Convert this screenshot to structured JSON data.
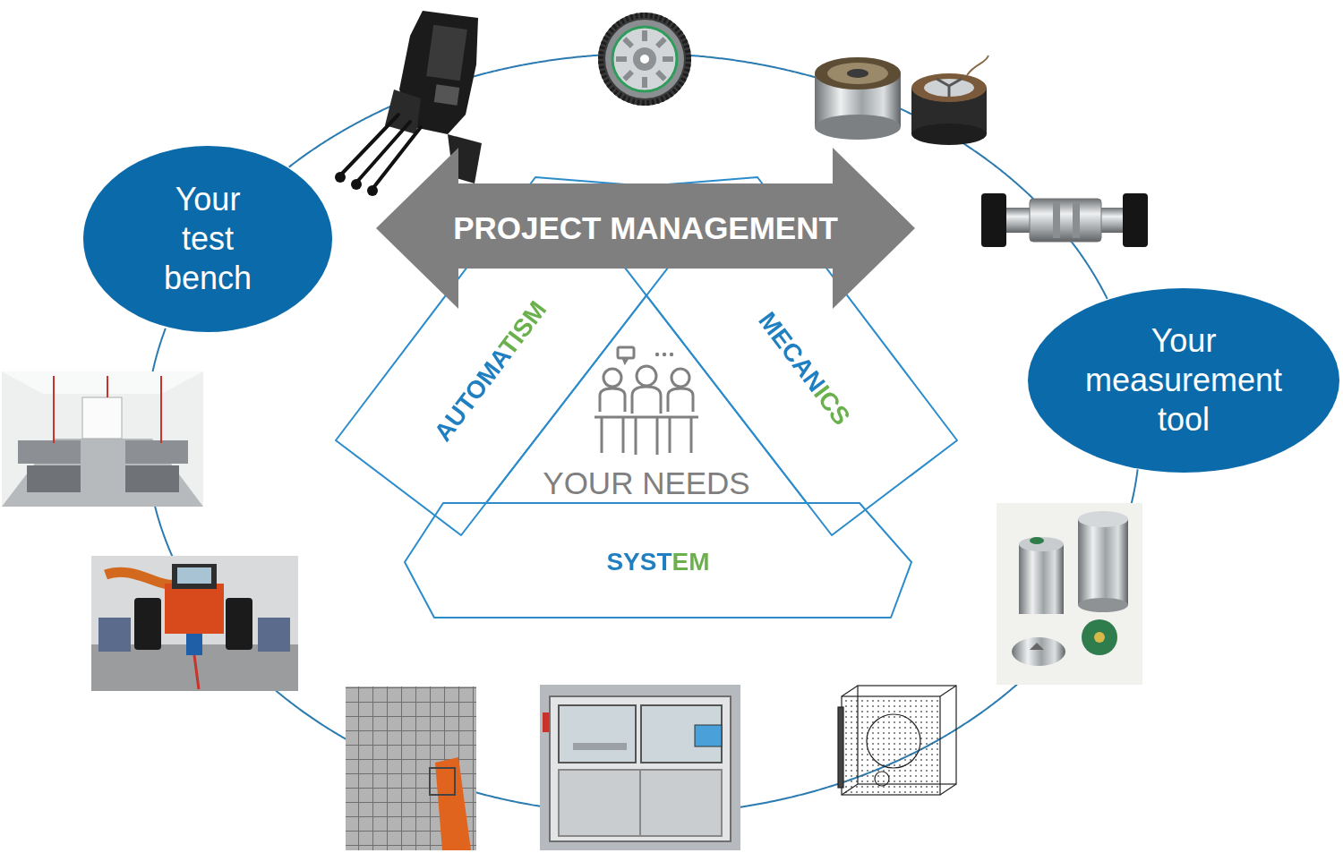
{
  "diagram": {
    "nodes": [
      {
        "text": [
          "Your test bench"
        ]
      },
      {
        "text": [
          "PROJECT MANAGEMENT"
        ]
      },
      {
        "text": [
          "AUTOMATISM"
        ]
      },
      {
        "text": [
          "MECANICS"
        ]
      },
      {
        "text": [
          "YOUR NEEDS"
        ]
      },
      {
        "text": [
          "SYSTEM"
        ]
      },
      {
        "text": [
          "Your measurement tool"
        ]
      }
    ],
    "edges": [
      {
        "from": 0,
        "to": 6,
        "arrow": "none"
      },
      {
        "from": 0,
        "to": 6,
        "arrow": "none"
      }
    ]
  }
}
